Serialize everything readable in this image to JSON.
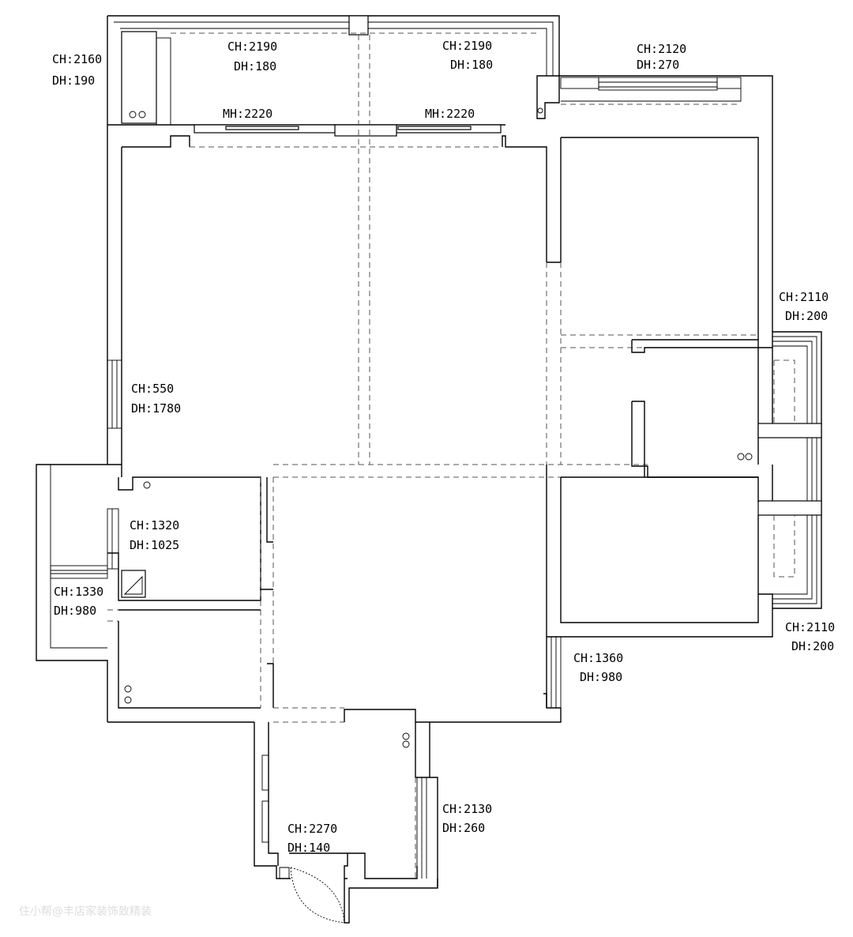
{
  "labels": [
    {
      "id": "top-left-window",
      "ch": "CH:2160",
      "dh": "DH:190"
    },
    {
      "id": "balcony-left-window",
      "ch": "CH:2190",
      "dh": "DH:180"
    },
    {
      "id": "balcony-right-window",
      "ch": "CH:2190",
      "dh": "DH:180"
    },
    {
      "id": "top-right-window",
      "ch": "CH:2120",
      "dh": "DH:270"
    },
    {
      "id": "right-upper-window",
      "ch": "CH:2110",
      "dh": "DH:200"
    },
    {
      "id": "living-window",
      "ch": "CH:550",
      "dh": "DH:1780"
    },
    {
      "id": "small-room-window",
      "ch": "CH:1320",
      "dh": "DH:1025"
    },
    {
      "id": "left-lower-window",
      "ch": "CH:1330",
      "dh": "DH:980"
    },
    {
      "id": "right-lower-window",
      "ch": "CH:2110",
      "dh": "DH:200"
    },
    {
      "id": "center-lower-window",
      "ch": "CH:1360",
      "dh": "DH:980"
    },
    {
      "id": "bottom-right-window",
      "ch": "CH:2130",
      "dh": "DH:260"
    },
    {
      "id": "entrance-window",
      "ch": "CH:2270",
      "dh": "DH:140"
    }
  ],
  "doors": [
    {
      "id": "balcony-door-left",
      "mh": "MH:2220"
    },
    {
      "id": "balcony-door-right",
      "mh": "MH:2220"
    }
  ],
  "watermark": "住小帮@丰店家装饰致精装"
}
